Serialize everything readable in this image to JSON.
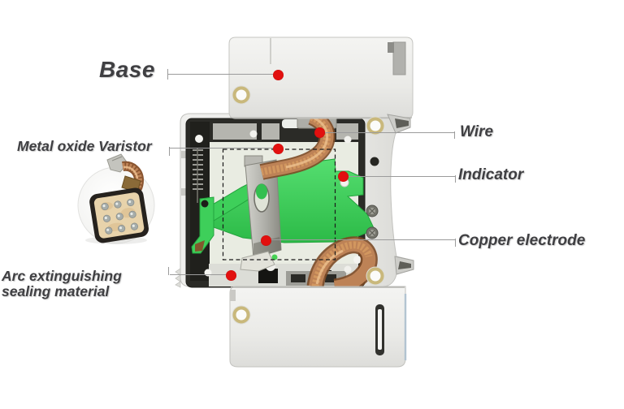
{
  "labels": {
    "base": "Base",
    "metal_oxide_varistor": "Metal oxide Varistor",
    "wire": "Wire",
    "indicator": "Indicator",
    "copper_electrode": "Copper electrode",
    "arc_extinguishing_sealing_material": "Arc extinguishing sealing material"
  },
  "colors": {
    "marker_dot": "#e2100f",
    "leader_line": "#9b9b9b",
    "label_text": "#3f3f42",
    "device_body": "#ebebe8",
    "device_interior": "#e9ece2",
    "interior_frame": "#2b2b27",
    "green_mechanism": "#3ecf5a",
    "copper": "#c08356",
    "metal_bracket": "#b0b0aa",
    "gold_ring": "#c9b87b",
    "varistor_face": "#e8d3ab",
    "indicator_hole": "#262622"
  }
}
